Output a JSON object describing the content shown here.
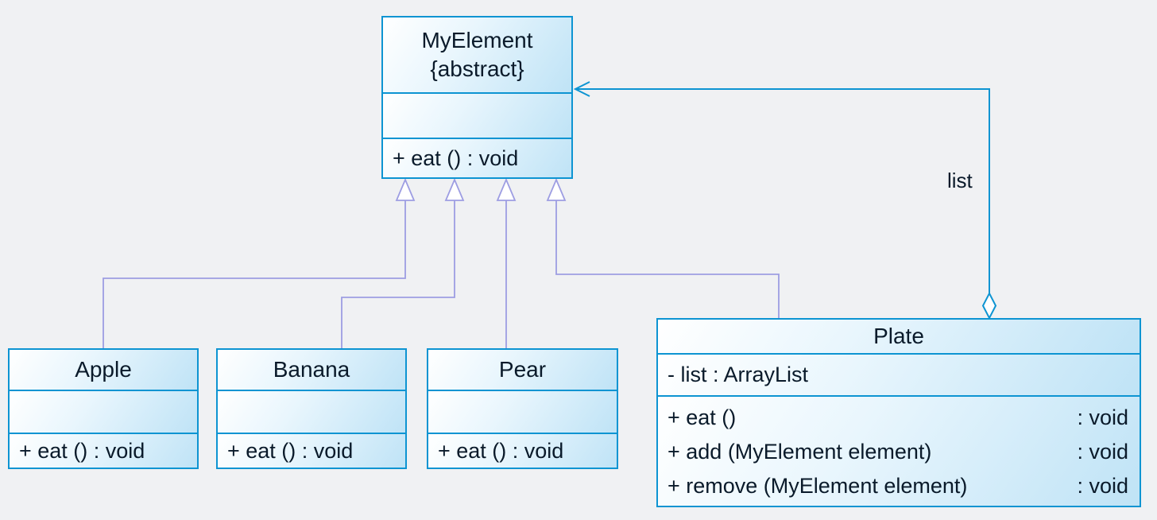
{
  "colors": {
    "background": "#f0f1f3",
    "box_border": "#0d94d2",
    "box_fill_light": "#ffffff",
    "box_fill_dark": "#bfe3f6",
    "generalization_line": "#9d9de2",
    "aggregation_line": "#0d94d2",
    "text": "#0a1a2a"
  },
  "classes": {
    "my_element": {
      "name": "MyElement",
      "stereotype": "{abstract}",
      "attributes": [],
      "methods": [
        "+ eat () : void"
      ]
    },
    "apple": {
      "name": "Apple",
      "attributes": [],
      "methods": [
        "+ eat () : void"
      ]
    },
    "banana": {
      "name": "Banana",
      "attributes": [],
      "methods": [
        "+ eat () : void"
      ]
    },
    "pear": {
      "name": "Pear",
      "attributes": [],
      "methods": [
        "+ eat () : void"
      ]
    },
    "plate": {
      "name": "Plate",
      "attributes": [
        "- list : ArrayList"
      ],
      "methods": [
        {
          "signature": "+ eat ()",
          "return": ": void"
        },
        {
          "signature": "+ add (MyElement element)",
          "return": ": void"
        },
        {
          "signature": "+ remove (MyElement element)",
          "return": ": void"
        }
      ]
    }
  },
  "relationships": {
    "generalizations": [
      "Apple -> MyElement",
      "Banana -> MyElement",
      "Pear -> MyElement",
      "Plate -> MyElement"
    ],
    "aggregation": {
      "from": "Plate",
      "to": "MyElement",
      "label": "list"
    }
  },
  "labels": {
    "aggregation_label": "list"
  }
}
